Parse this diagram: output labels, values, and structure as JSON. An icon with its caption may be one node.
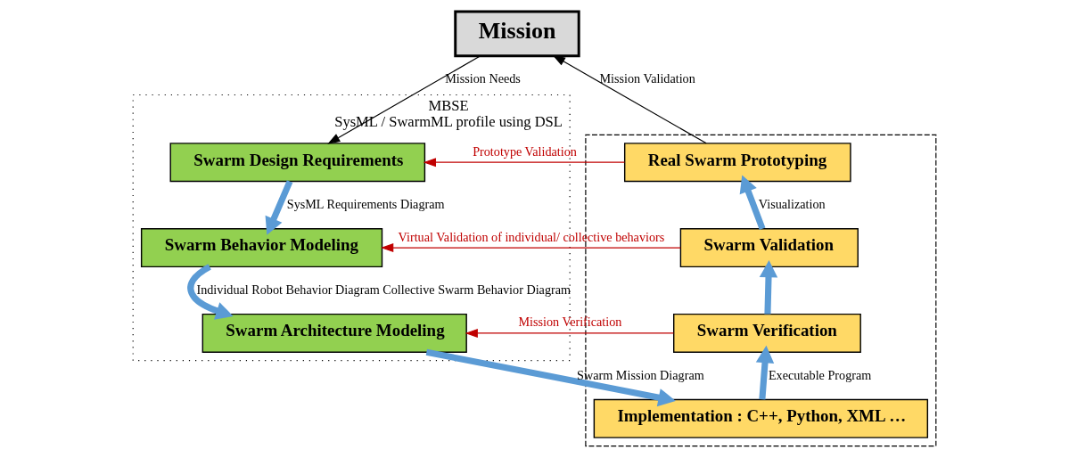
{
  "diagram": {
    "nodes": [
      {
        "text": [
          "Mission"
        ]
      },
      {
        "text": [
          "MBSE",
          "SysML / SwarmML profile using DSL"
        ]
      },
      {
        "text": [
          "Swarm Design Requirements"
        ],
        "in": 1
      },
      {
        "text": [
          "Swarm Behavior Modeling"
        ],
        "in": 1
      },
      {
        "text": [
          "Swarm Architecture Modeling"
        ],
        "in": 1
      },
      {
        "text": [],
        "shape": "box"
      },
      {
        "text": [
          "Real Swarm Prototyping"
        ],
        "in": 5
      },
      {
        "text": [
          "Swarm Validation"
        ],
        "in": 5
      },
      {
        "text": [
          "Swarm Verification"
        ],
        "in": 5
      },
      {
        "text": [
          "Implementation : C++, Python, XML …"
        ],
        "in": 5
      }
    ],
    "edges": [
      {
        "from": 0,
        "to": 2,
        "arrow": "to",
        "label": "Mission Needs",
        "color": "#000000"
      },
      {
        "from": 6,
        "to": 0,
        "arrow": "to",
        "label": "Mission Validation",
        "color": "#000000"
      },
      {
        "from": 2,
        "to": 3,
        "arrow": "to",
        "label": "SysML Requirements Diagram"
      },
      {
        "from": 3,
        "to": 4,
        "arrow": "to",
        "label": "Individual Robot Behavior Diagram Collective Swarm Behavior Diagram"
      },
      {
        "from": 4,
        "to": 9,
        "arrow": "to",
        "label": "Swarm Mission Diagram"
      },
      {
        "from": 9,
        "to": 8,
        "arrow": "to",
        "label": "Executable Program"
      },
      {
        "from": 8,
        "to": 7,
        "arrow": "to"
      },
      {
        "from": 7,
        "to": 6,
        "arrow": "to",
        "label": "Visualization"
      },
      {
        "from": 6,
        "to": 2,
        "arrow": "to",
        "label": "Prototype Validation",
        "color": "#c00000"
      },
      {
        "from": 7,
        "to": 3,
        "arrow": "to",
        "label": "Virtual Validation of individual/ collective behaviors",
        "color": "#c00000"
      },
      {
        "from": 8,
        "to": 4,
        "arrow": "to",
        "label": "Mission Verification",
        "color": "#c00000"
      }
    ]
  }
}
